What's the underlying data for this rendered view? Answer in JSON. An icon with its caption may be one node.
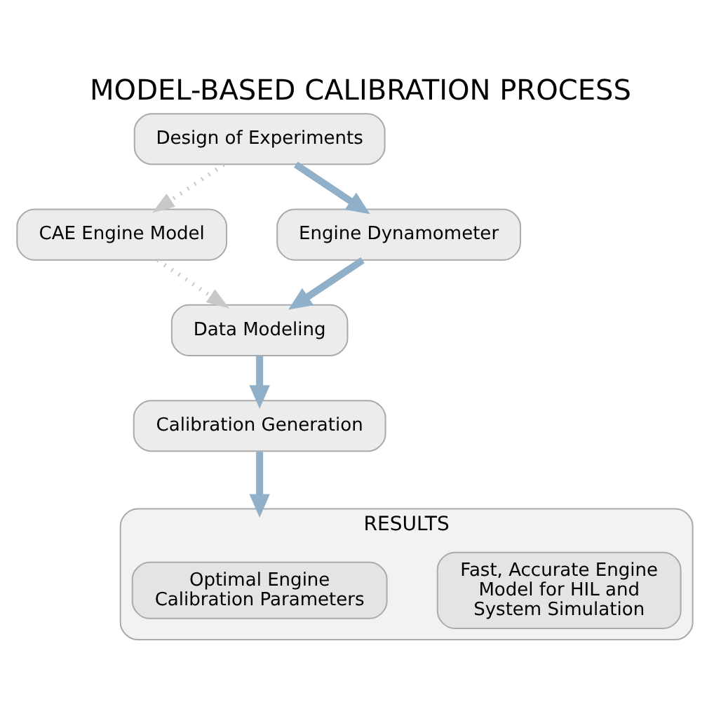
{
  "diagram": {
    "title": "MODEL-BASED CALIBRATION PROCESS",
    "nodes": [
      {
        "text": [
          "Design of Experiments"
        ]
      },
      {
        "text": [
          "CAE Engine Model"
        ]
      },
      {
        "text": [
          "Engine Dynamometer"
        ]
      },
      {
        "text": [
          "Data Modeling"
        ]
      },
      {
        "text": [
          "Calibration Generation"
        ]
      },
      {
        "text": [
          "RESULTS"
        ]
      },
      {
        "text": [
          "Optimal Engine Calibration Parameters"
        ],
        "in": 5
      },
      {
        "text": [
          "Fast, Accurate Engine Model for HIL and System Simulation"
        ],
        "in": 5
      }
    ],
    "edges": [
      {
        "from": 0,
        "to": 1,
        "arrow": "to",
        "style": "dashed",
        "color": "#c8c8c8"
      },
      {
        "from": 0,
        "to": 2,
        "arrow": "to"
      },
      {
        "from": 1,
        "to": 3,
        "arrow": "to",
        "style": "dashed",
        "color": "#c8c8c8"
      },
      {
        "from": 2,
        "to": 3,
        "arrow": "to"
      },
      {
        "from": 3,
        "to": 4,
        "arrow": "to"
      },
      {
        "from": 4,
        "to": 5,
        "arrow": "to"
      }
    ]
  }
}
